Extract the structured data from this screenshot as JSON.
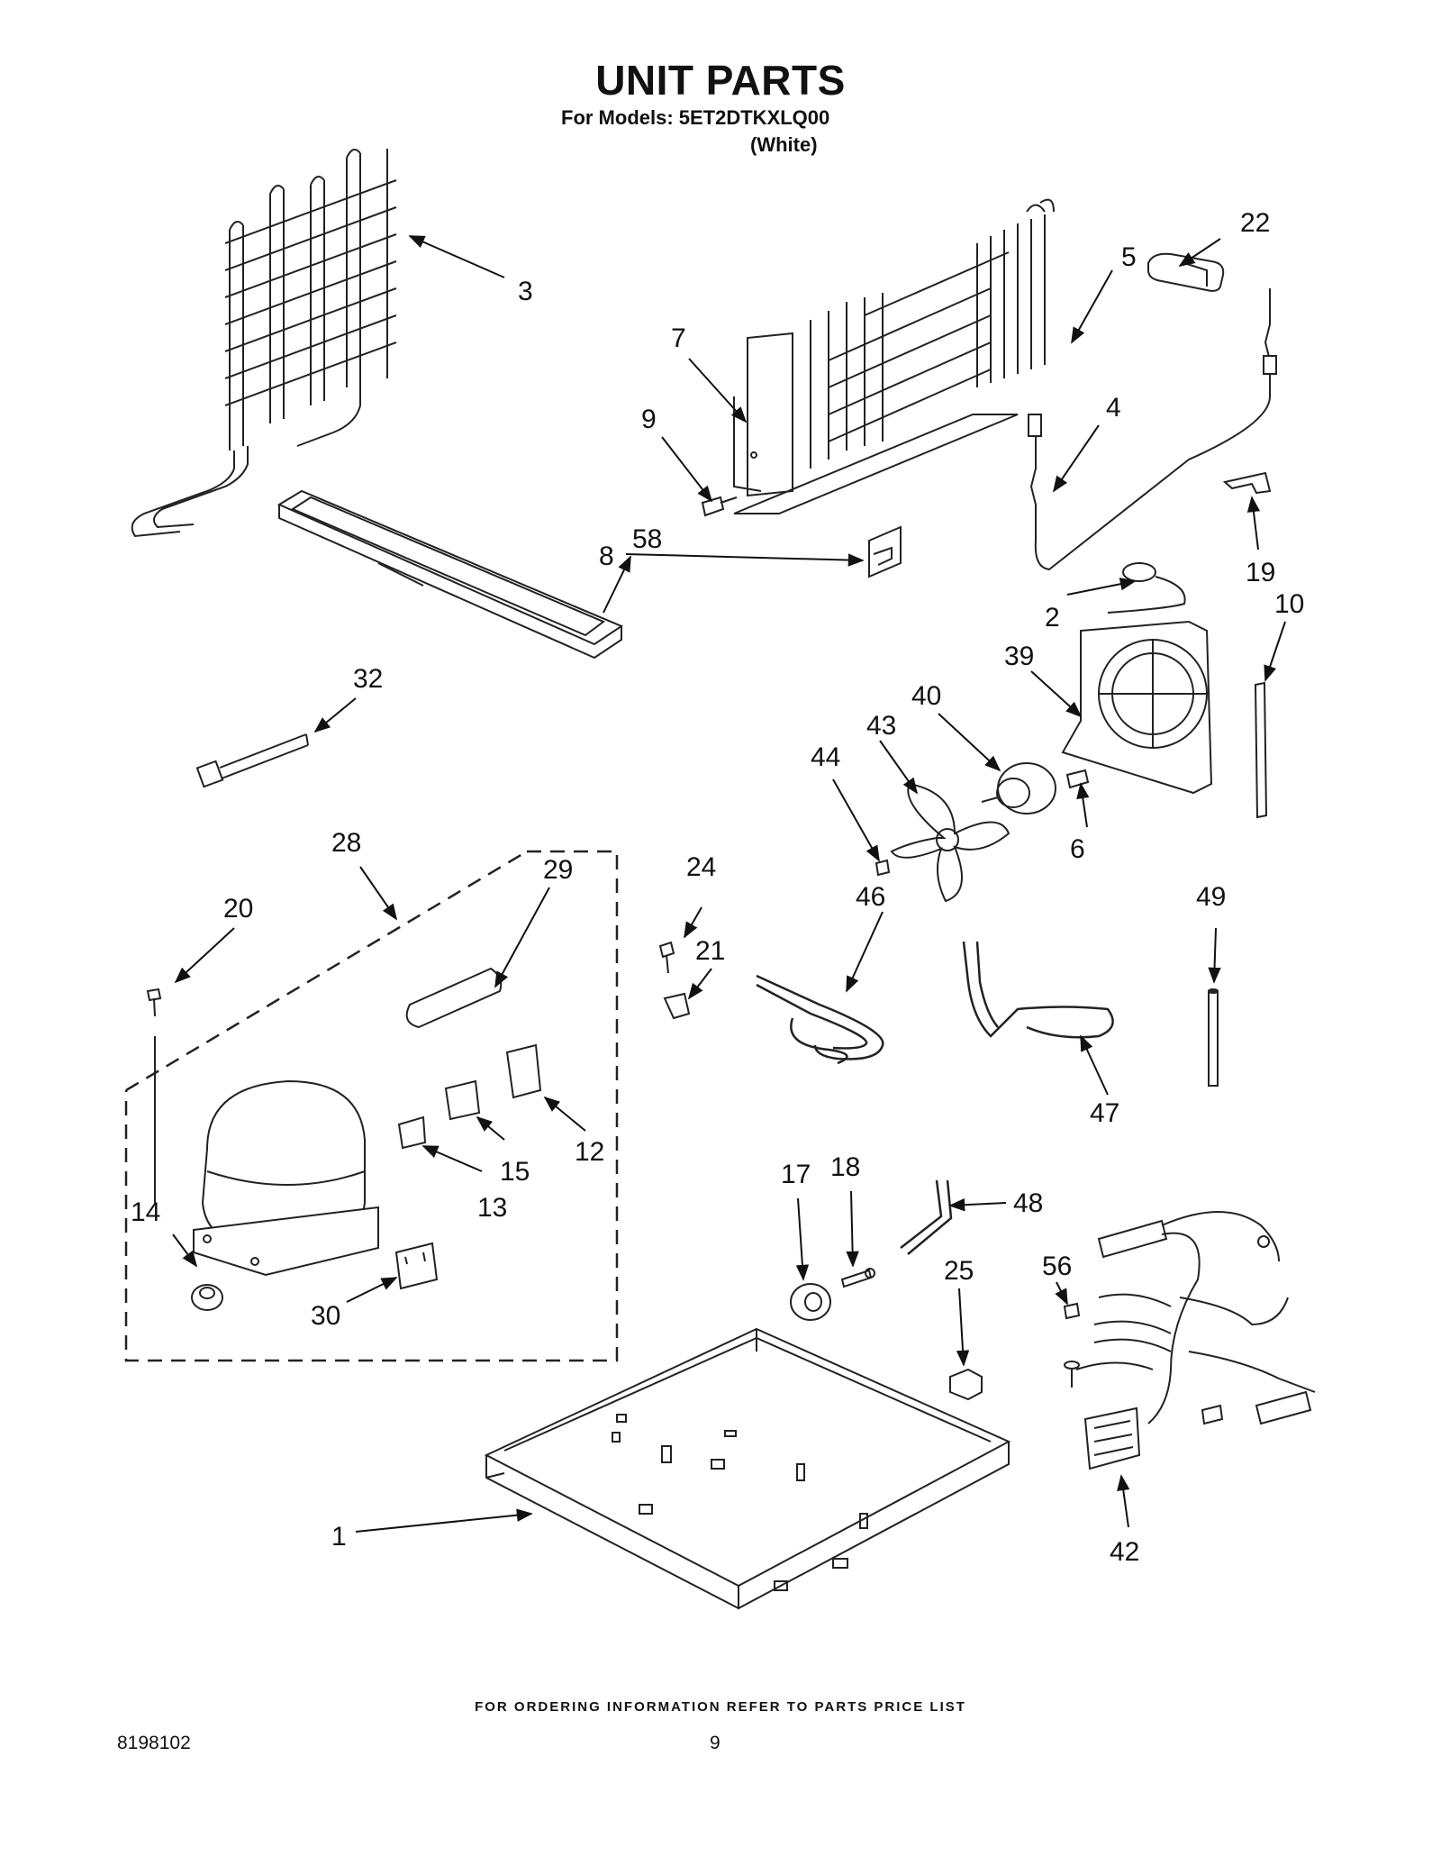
{
  "header": {
    "title": "UNIT PARTS",
    "models": "For Models: 5ET2DTKXLQ00",
    "color": "(White)"
  },
  "callouts": [
    "1",
    "2",
    "3",
    "4",
    "5",
    "6",
    "7",
    "8",
    "9",
    "10",
    "12",
    "13",
    "14",
    "15",
    "17",
    "18",
    "19",
    "20",
    "21",
    "22",
    "24",
    "25",
    "28",
    "29",
    "30",
    "32",
    "39",
    "40",
    "42",
    "43",
    "44",
    "46",
    "47",
    "48",
    "49",
    "56",
    "58"
  ],
  "footer": {
    "ordering_note": "FOR ORDERING INFORMATION REFER TO PARTS PRICE LIST",
    "doc_number": "8198102",
    "page_number": "9"
  }
}
